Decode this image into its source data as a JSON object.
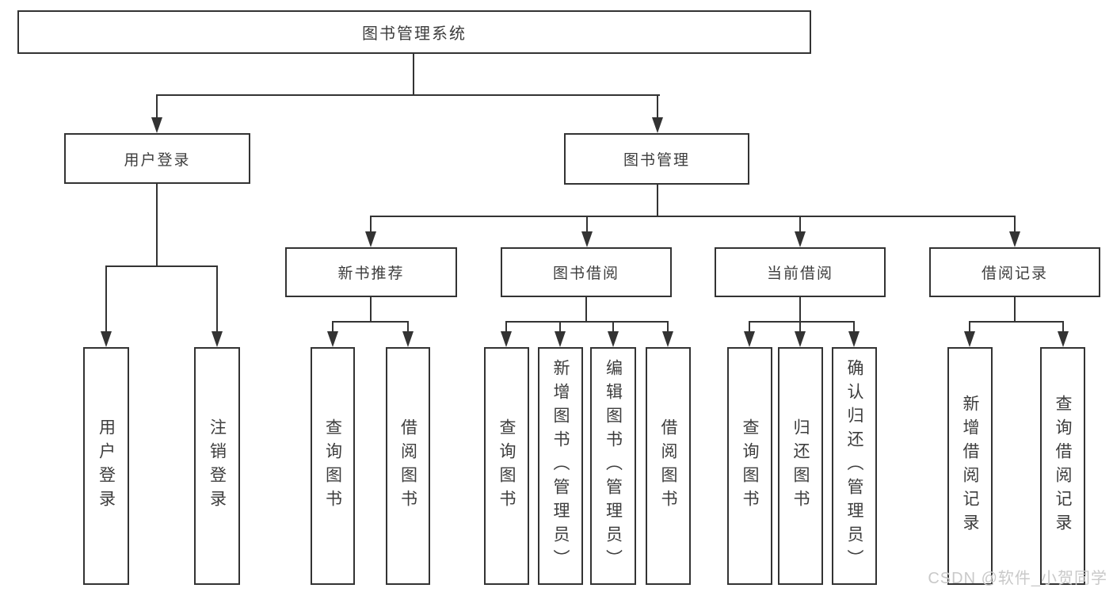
{
  "tree": {
    "root": {
      "label": "图书管理系统",
      "children": [
        {
          "label": "用户登录",
          "children": [
            {
              "label": "用户登录"
            },
            {
              "label": "注销登录"
            }
          ]
        },
        {
          "label": "图书管理",
          "children": [
            {
              "label": "新书推荐",
              "children": [
                {
                  "label": "查询图书"
                },
                {
                  "label": "借阅图书"
                }
              ]
            },
            {
              "label": "图书借阅",
              "children": [
                {
                  "label": "查询图书"
                },
                {
                  "label": "新增图书（管理员）"
                },
                {
                  "label": "编辑图书（管理员）"
                },
                {
                  "label": "借阅图书"
                }
              ]
            },
            {
              "label": "当前借阅",
              "children": [
                {
                  "label": "查询图书"
                },
                {
                  "label": "归还图书"
                },
                {
                  "label": "确认归还（管理员）"
                }
              ]
            },
            {
              "label": "借阅记录",
              "children": [
                {
                  "label": "新增借阅记录"
                },
                {
                  "label": "查询借阅记录"
                }
              ]
            }
          ]
        }
      ]
    }
  },
  "watermark": {
    "text": "CSDN @软件_小贺同学",
    "color": "#c9c9c9"
  },
  "colors": {
    "line": "#333333",
    "box_border": "#333333",
    "text": "#3d3d3d",
    "background": "#ffffff"
  }
}
